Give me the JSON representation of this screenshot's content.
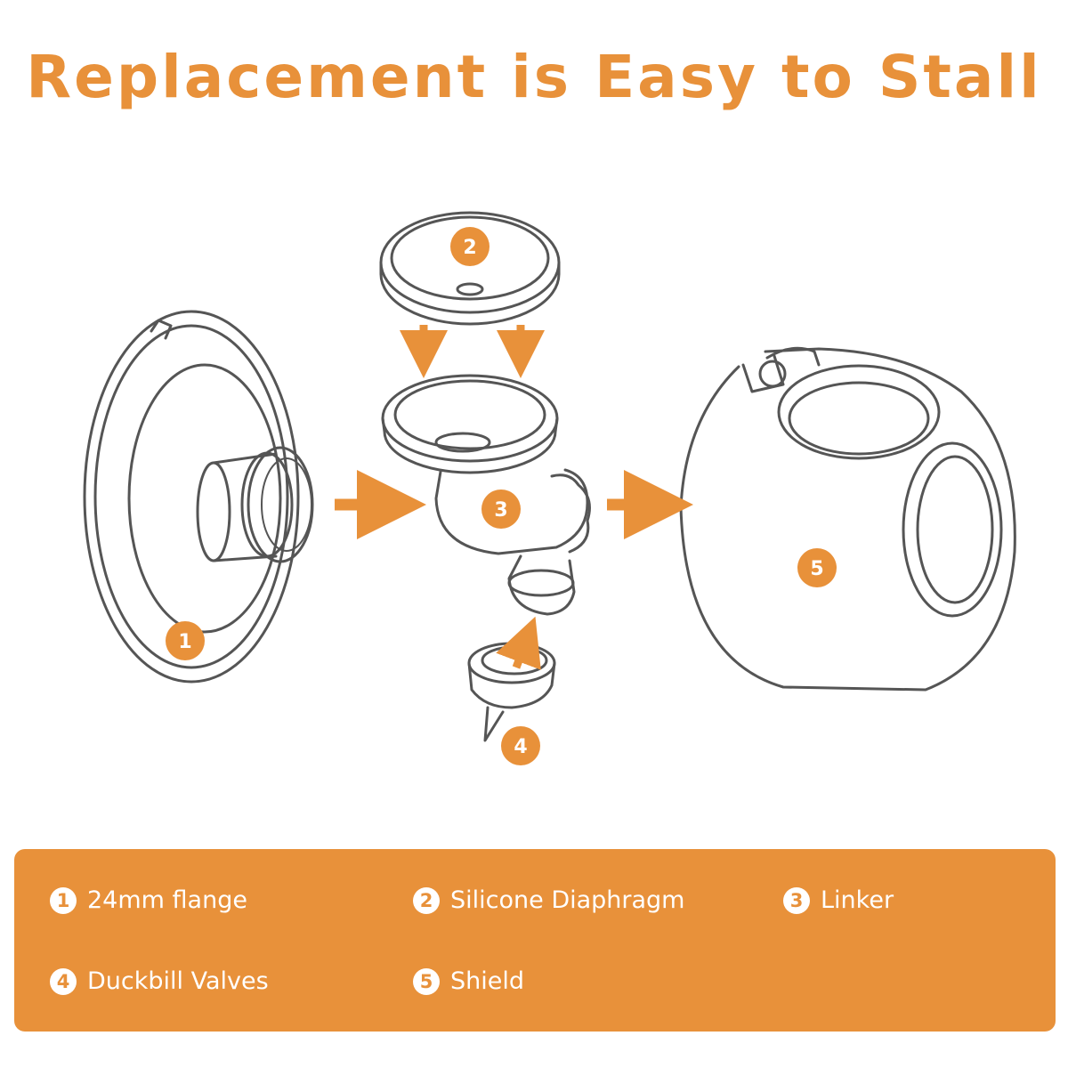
{
  "title": "Replacement is Easy to Stall",
  "accent_color": "#E8913A",
  "callouts": [
    "1",
    "2",
    "3",
    "4",
    "5"
  ],
  "legend": [
    {
      "num": "1",
      "label": "24mm flange"
    },
    {
      "num": "2",
      "label": "Silicone Diaphragm"
    },
    {
      "num": "3",
      "label": "Linker"
    },
    {
      "num": "4",
      "label": "Duckbill Valves"
    },
    {
      "num": "5",
      "label": "Shield"
    }
  ]
}
